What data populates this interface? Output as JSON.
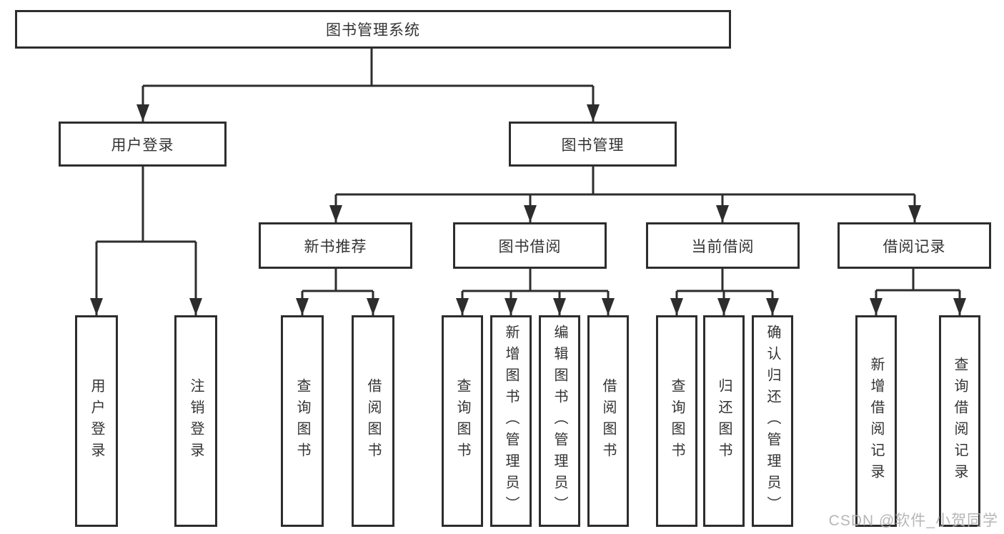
{
  "tree": {
    "label": "图书管理系统",
    "children": [
      {
        "label": "用户登录",
        "children": [
          {
            "label": "用户登录"
          },
          {
            "label": "注销登录"
          }
        ]
      },
      {
        "label": "图书管理",
        "children": [
          {
            "label": "新书推荐",
            "children": [
              {
                "label": "查询图书"
              },
              {
                "label": "借阅图书"
              }
            ]
          },
          {
            "label": "图书借阅",
            "children": [
              {
                "label": "查询图书"
              },
              {
                "label": "新增图书（管理员）"
              },
              {
                "label": "编辑图书（管理员）"
              },
              {
                "label": "借阅图书"
              }
            ]
          },
          {
            "label": "当前借阅",
            "children": [
              {
                "label": "查询图书"
              },
              {
                "label": "归还图书"
              },
              {
                "label": "确认归还（管理员）"
              }
            ]
          },
          {
            "label": "借阅记录",
            "children": [
              {
                "label": "新增借阅记录"
              },
              {
                "label": "查询借阅记录"
              }
            ]
          }
        ]
      }
    ]
  },
  "watermark": {
    "text": "CSDN @软件_小贺同学"
  },
  "colors": {
    "line": "#2d2d2d",
    "box_border": "#2d2d2d",
    "text": "#333333",
    "watermark": "#b0b0b0",
    "background": "#ffffff"
  }
}
